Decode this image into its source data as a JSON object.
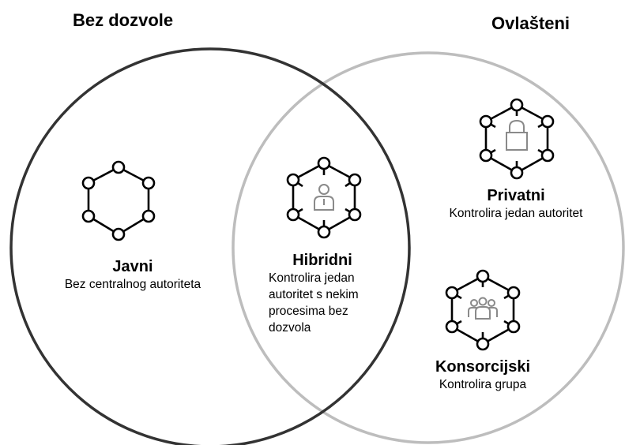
{
  "headings": {
    "left": "Bez dozvole",
    "right": "Ovlašteni"
  },
  "groups": {
    "public": {
      "title": "Javni",
      "description": "Bez centralnog autoriteta",
      "icon": "network-hexagon-icon"
    },
    "hybrid": {
      "title": "Hibridni",
      "description_lines": [
        "Kontrolira jedan",
        "autoritet s nekim",
        "procesima bez",
        "dozvola"
      ],
      "icon": "network-hexagon-user-icon"
    },
    "private": {
      "title": "Privatni",
      "description": "Kontrolira jedan autoritet",
      "icon": "network-hexagon-lock-icon"
    },
    "consortium": {
      "title": "Konsorcijski",
      "description": "Kontrolira grupa",
      "icon": "network-hexagon-group-icon"
    }
  },
  "colors": {
    "left_circle": "#333333",
    "right_circle": "#bdbdbd",
    "icon_inner": "#8a8a8a"
  }
}
